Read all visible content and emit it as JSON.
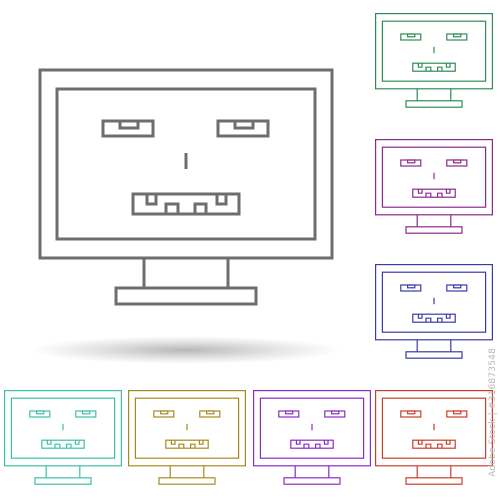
{
  "main_icon": {
    "name": "monitor-robot-face-icon",
    "color": "#6e6e6e"
  },
  "variants": [
    {
      "name": "monitor-robot-face-icon-green",
      "color": "#2e8b57"
    },
    {
      "name": "monitor-robot-face-icon-purple",
      "color": "#8b2a8b"
    },
    {
      "name": "monitor-robot-face-icon-blue",
      "color": "#3a3aa8"
    },
    {
      "name": "monitor-robot-face-icon-teal",
      "color": "#3fbfa8"
    },
    {
      "name": "monitor-robot-face-icon-olive",
      "color": "#a68a1e"
    },
    {
      "name": "monitor-robot-face-icon-violet",
      "color": "#8a2bc8"
    },
    {
      "name": "monitor-robot-face-icon-red",
      "color": "#c8402a"
    }
  ],
  "watermark": {
    "text": "Adobe Stock | #316873548"
  }
}
